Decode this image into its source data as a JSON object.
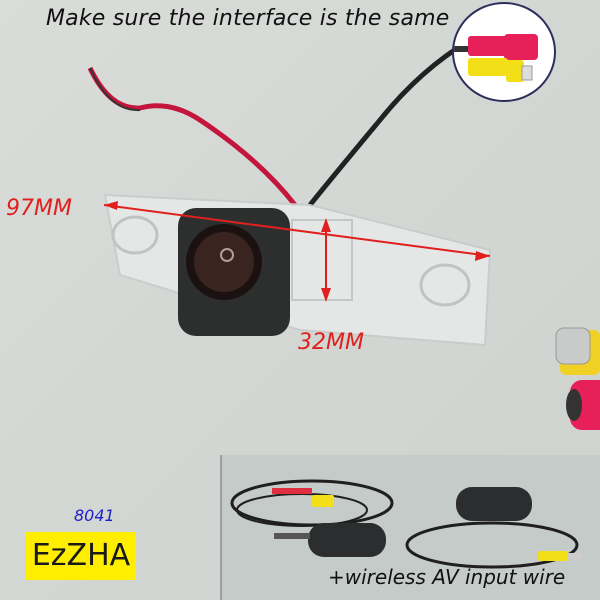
{
  "headline": "Make sure the interface is the same",
  "dimensions": {
    "width_label": "97MM",
    "height_label": "32MM",
    "arrow_color": "#e1201e"
  },
  "product": {
    "model_number": "8041",
    "brand": "EzZHA",
    "brand_bg": "#ffee00",
    "model_color": "#1a22c8"
  },
  "accessory_inset": {
    "caption": "+wireless AV input wire"
  },
  "connector_inset": {
    "plugs": [
      "red-power-plug",
      "yellow-rca-video-plug"
    ]
  }
}
